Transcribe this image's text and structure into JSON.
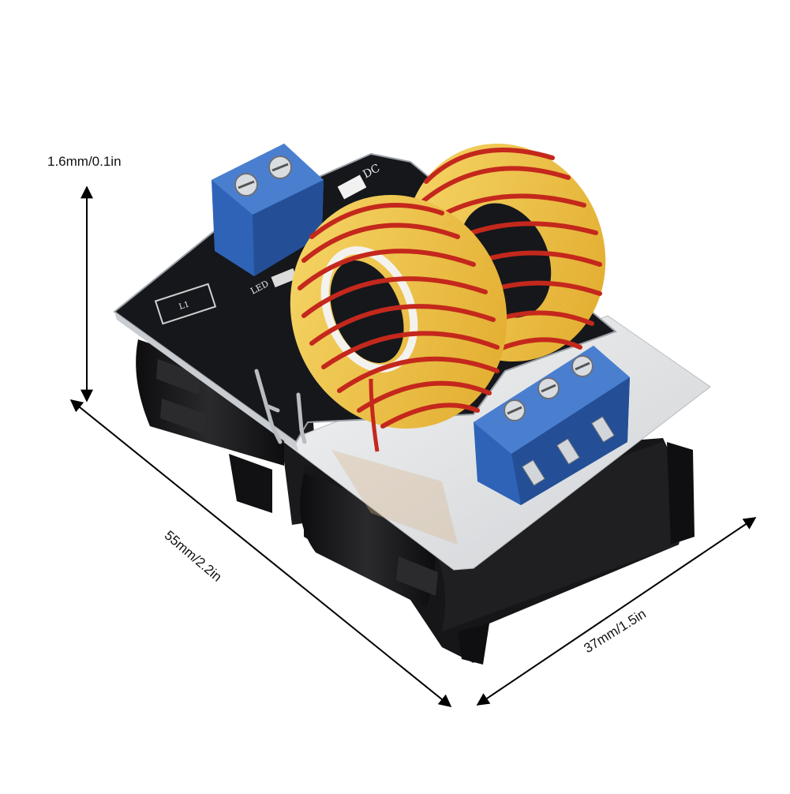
{
  "dimensions": {
    "height_label": "1.6mm/0.1in",
    "length_label": "55mm/2.2in",
    "width_label": "37mm/1.5in"
  },
  "board": {
    "silkscreen_top": "DC",
    "silkscreen_led": "LED",
    "silkscreen_l1": "L1"
  },
  "colors": {
    "pcb": "#15171b",
    "terminal": "#2f63b8",
    "wire": "#c4281c",
    "core": "#f1c542",
    "capacitor": "#1c1c1e",
    "plate": "#e4e6e8"
  },
  "icons": {
    "dimension_arrow": "double-arrow-icon",
    "screw": "screw-icon"
  }
}
